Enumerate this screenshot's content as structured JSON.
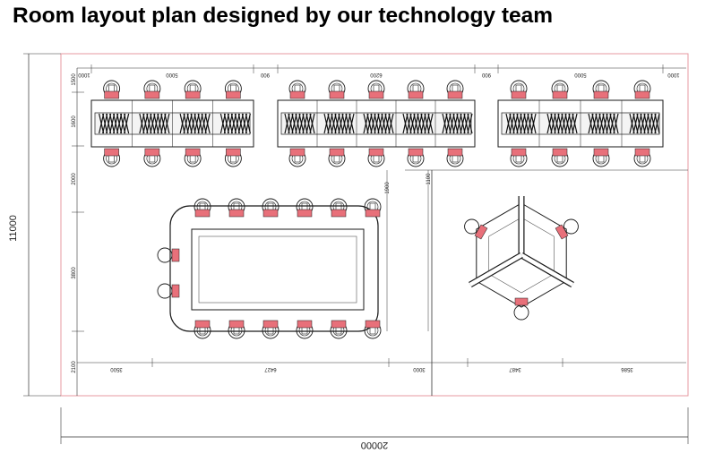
{
  "title": "Room layout plan designed by our technology team",
  "dimensions": {
    "overall_width": "20000",
    "overall_height": "11000",
    "left_stack": [
      "1500",
      "1600",
      "2000",
      "3800",
      "2100"
    ],
    "top_row": [
      "1000",
      "5000",
      "900",
      "6200",
      "900",
      "5000",
      "1000"
    ],
    "bottom_row": [
      "3500",
      "6427",
      "3000",
      "3487",
      "3586"
    ],
    "inner": [
      "1100",
      "1900"
    ]
  },
  "colors": {
    "wall": "#e79aa0",
    "line": "#1a1a1a",
    "chair_accent": "#e8707a"
  }
}
